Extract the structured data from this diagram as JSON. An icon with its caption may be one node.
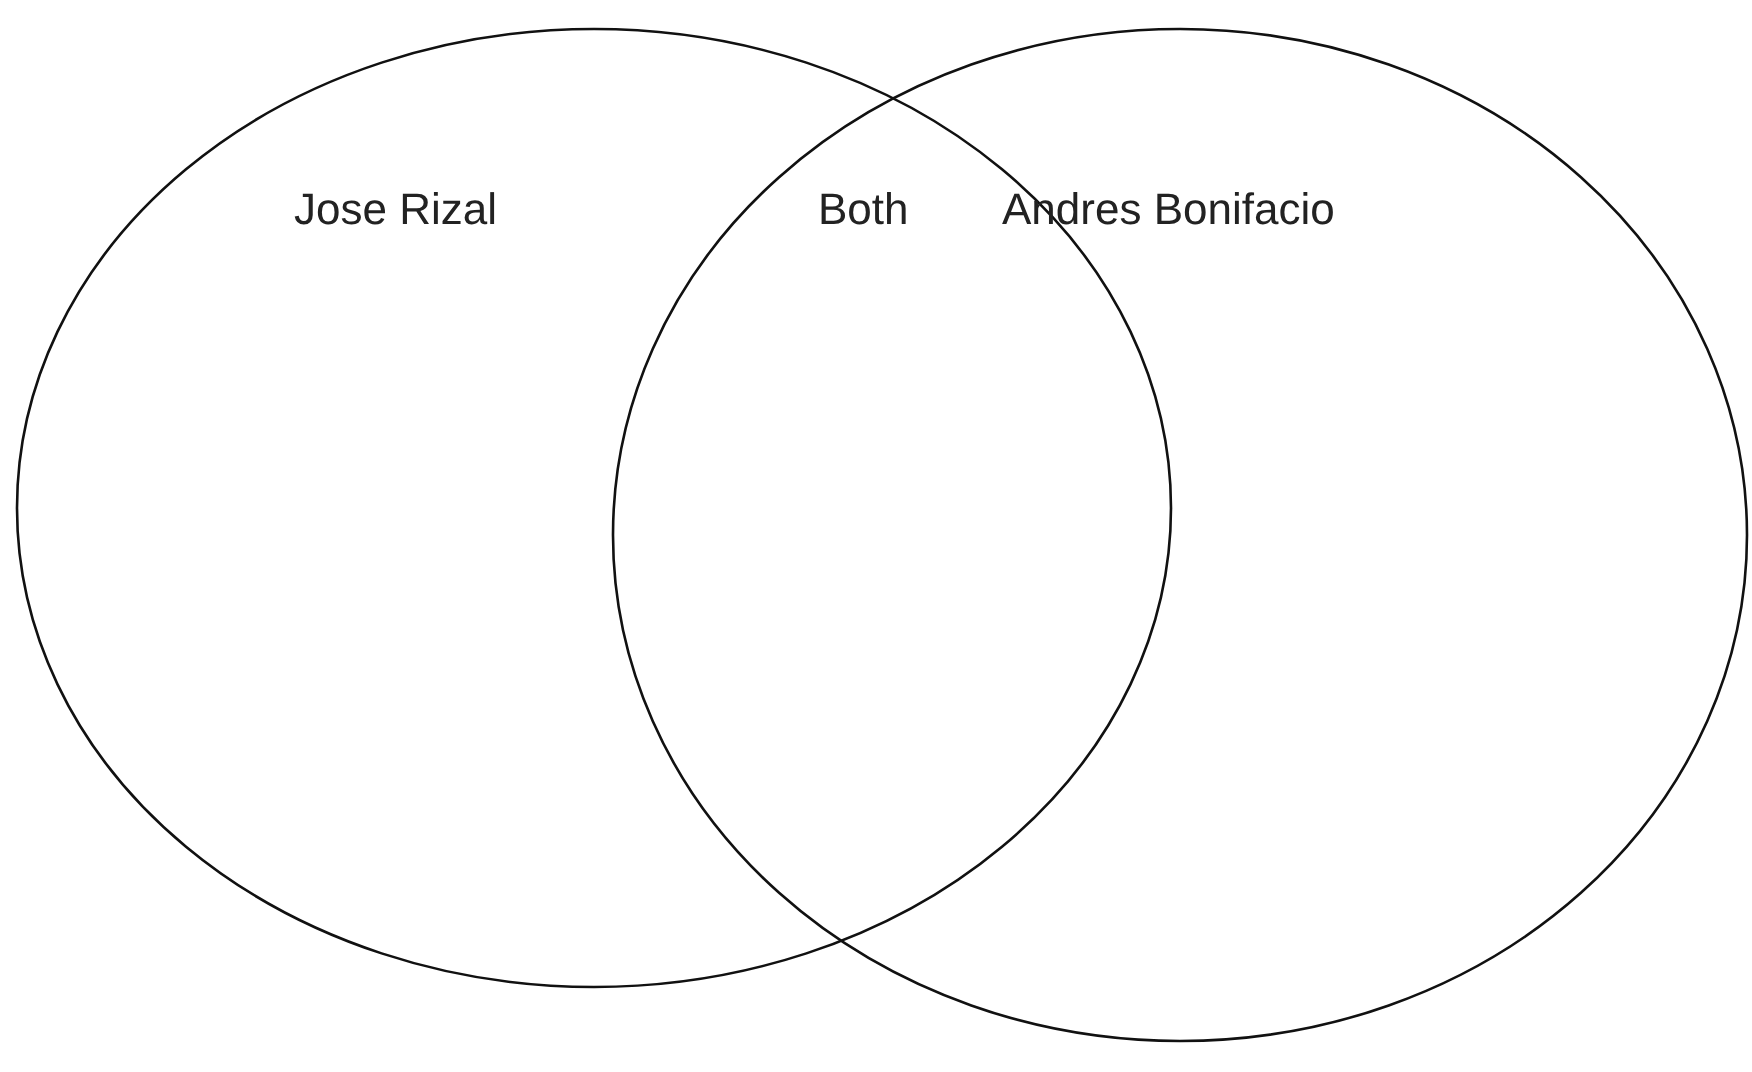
{
  "diagram": {
    "nodes": [
      {
        "text": [
          "Jose Rizal"
        ]
      },
      {
        "text": [
          "Andres Bonifacio"
        ]
      }
    ],
    "labels": [
      "Both"
    ]
  }
}
